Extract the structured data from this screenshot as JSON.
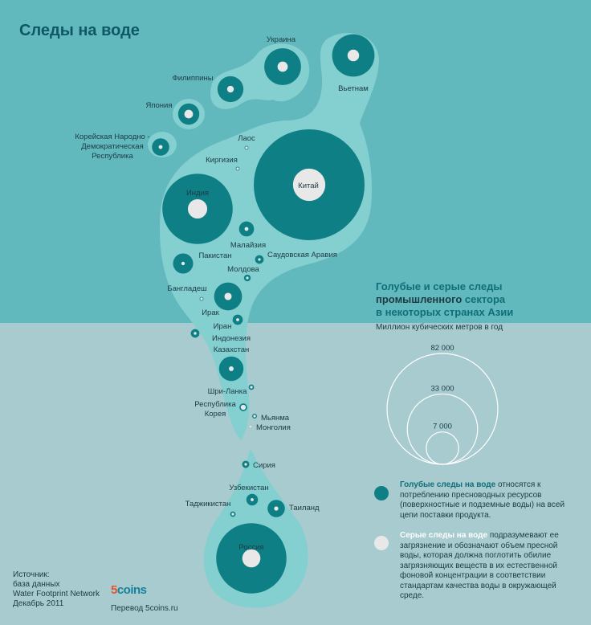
{
  "title": "Следы на воде",
  "colors": {
    "blue": "#0f7f86",
    "grey": "#e8e8e8",
    "foot": "#84cfcf",
    "bg_top": "#62b9bd",
    "bg_bottom": "#a7cbcf"
  },
  "chart_data": {
    "type": "bubble",
    "title": "Голубые и серые следы промышленного сектора в некоторых странах Азии",
    "subtitle": "Миллион кубических метров в год",
    "series": [
      {
        "name": "Голубые следы на воде",
        "color": "#0f7f86"
      },
      {
        "name": "Серые следы на воде",
        "color": "#e8e8e8"
      }
    ],
    "points": [
      {
        "country": "Украина",
        "blue": 9000,
        "grey": 700
      },
      {
        "country": "Вьетнам",
        "blue": 12000,
        "grey": 900
      },
      {
        "country": "Филиппины",
        "blue": 4500,
        "grey": 300
      },
      {
        "country": "Япония",
        "blue": 3000,
        "grey": 500
      },
      {
        "country": "Корейская Народно - Демократическая Республика",
        "blue": 2000,
        "grey": 100
      },
      {
        "country": "Лаос",
        "blue": 100,
        "grey": 10
      },
      {
        "country": "Киргизия",
        "blue": 100,
        "grey": 10
      },
      {
        "country": "Китай",
        "blue": 82000,
        "grey": 7000
      },
      {
        "country": "Индия",
        "blue": 33000,
        "grey": 2500
      },
      {
        "country": "Малайзия",
        "blue": 1500,
        "grey": 100
      },
      {
        "country": "Пакистан",
        "blue": 2700,
        "grey": 80
      },
      {
        "country": "Саудовская Аравия",
        "blue": 500,
        "grey": 30
      },
      {
        "country": "Молдова",
        "blue": 300,
        "grey": 40
      },
      {
        "country": "Бангладеш",
        "blue": 100,
        "grey": 10
      },
      {
        "country": "Ирак",
        "blue": 5200,
        "grey": 350
      },
      {
        "country": "Иран",
        "blue": 700,
        "grey": 60
      },
      {
        "country": "Индонезия",
        "blue": 500,
        "grey": 50
      },
      {
        "country": "Казахстан",
        "blue": 4000,
        "grey": 150
      },
      {
        "country": "Шри-Ланка",
        "blue": 200,
        "grey": 15
      },
      {
        "country": "Республика Корея",
        "blue": 400,
        "grey": 170
      },
      {
        "country": "Мьянма",
        "blue": 150,
        "grey": 20
      },
      {
        "country": "Монголия",
        "blue": 50,
        "grey": 5
      },
      {
        "country": "Сирия",
        "blue": 350,
        "grey": 25
      },
      {
        "country": "Узбекистан",
        "blue": 900,
        "grey": 60
      },
      {
        "country": "Таджикистан",
        "blue": 200,
        "grey": 20
      },
      {
        "country": "Таиланд",
        "blue": 2000,
        "grey": 120
      },
      {
        "country": "Россия",
        "blue": 33000,
        "grey": 2200
      }
    ],
    "scale_reference": [
      82000,
      33000,
      7000
    ]
  },
  "legend": {
    "title_part1": "Голубые и серые следы",
    "title_part2": "промышленного",
    "title_part3": "сектора",
    "title_part4": "в некоторых странах Азии",
    "unit": "Миллион кубических метров в год",
    "blue_bold": "Голубые следы на воде",
    "blue_rest": "относятся к потреблению пресноводных ресурсов (поверхностные и подземные воды) на всей цепи поставки продукта.",
    "grey_bold": "Серые следы на воде",
    "grey_rest": "подразумевают ее загрязнение и обозначают объем пресной воды, которая должна поглотить обилие загрязняющих веществ в их естественной фоновой концентрации в соответствии стандартам качества воды в окружающей среде."
  },
  "source": {
    "line1": "Источник:",
    "line2": "база данных",
    "line3": "Water Footprint Network",
    "line4": "Декабрь 2011"
  },
  "credits": {
    "logo_main": "5",
    "logo_accent": "coins",
    "translation": "Перевод 5coins.ru"
  }
}
